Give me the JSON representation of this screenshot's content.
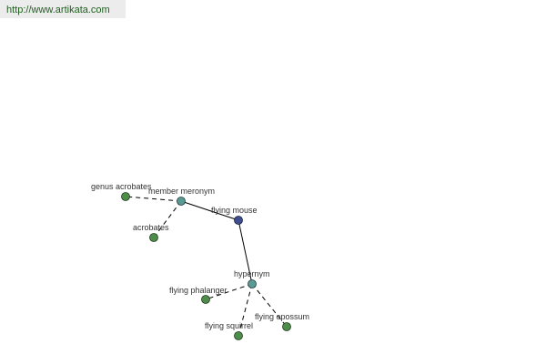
{
  "site": {
    "url_text": "http://www.artikata.com"
  },
  "colors": {
    "center_node": "#3e4f8f",
    "relation_node": "#5a9a94",
    "leaf_node": "#4e8c4a",
    "edge": "#000000"
  },
  "graph": {
    "nodes": {
      "flying_mouse": {
        "label": "flying mouse",
        "kind": "center"
      },
      "member_meronym": {
        "label": "member meronym",
        "kind": "relation"
      },
      "hypernym": {
        "label": "hypernym",
        "kind": "relation"
      },
      "genus_acrobates": {
        "label": "genus acrobates",
        "kind": "leaf"
      },
      "acrobates": {
        "label": "acrobates",
        "kind": "leaf"
      },
      "flying_phalanger": {
        "label": "flying phalanger",
        "kind": "leaf"
      },
      "flying_squirrel": {
        "label": "flying squirrel",
        "kind": "leaf"
      },
      "flying_opossum": {
        "label": "flying opossum",
        "kind": "leaf"
      }
    },
    "edges": [
      {
        "from": "flying_mouse",
        "to": "member_meronym",
        "style": "solid"
      },
      {
        "from": "flying_mouse",
        "to": "hypernym",
        "style": "solid"
      },
      {
        "from": "member_meronym",
        "to": "genus_acrobates",
        "style": "dashed"
      },
      {
        "from": "member_meronym",
        "to": "acrobates",
        "style": "dashed"
      },
      {
        "from": "hypernym",
        "to": "flying_phalanger",
        "style": "dashed"
      },
      {
        "from": "hypernym",
        "to": "flying_squirrel",
        "style": "dashed"
      },
      {
        "from": "hypernym",
        "to": "flying_opossum",
        "style": "dashed"
      }
    ]
  }
}
